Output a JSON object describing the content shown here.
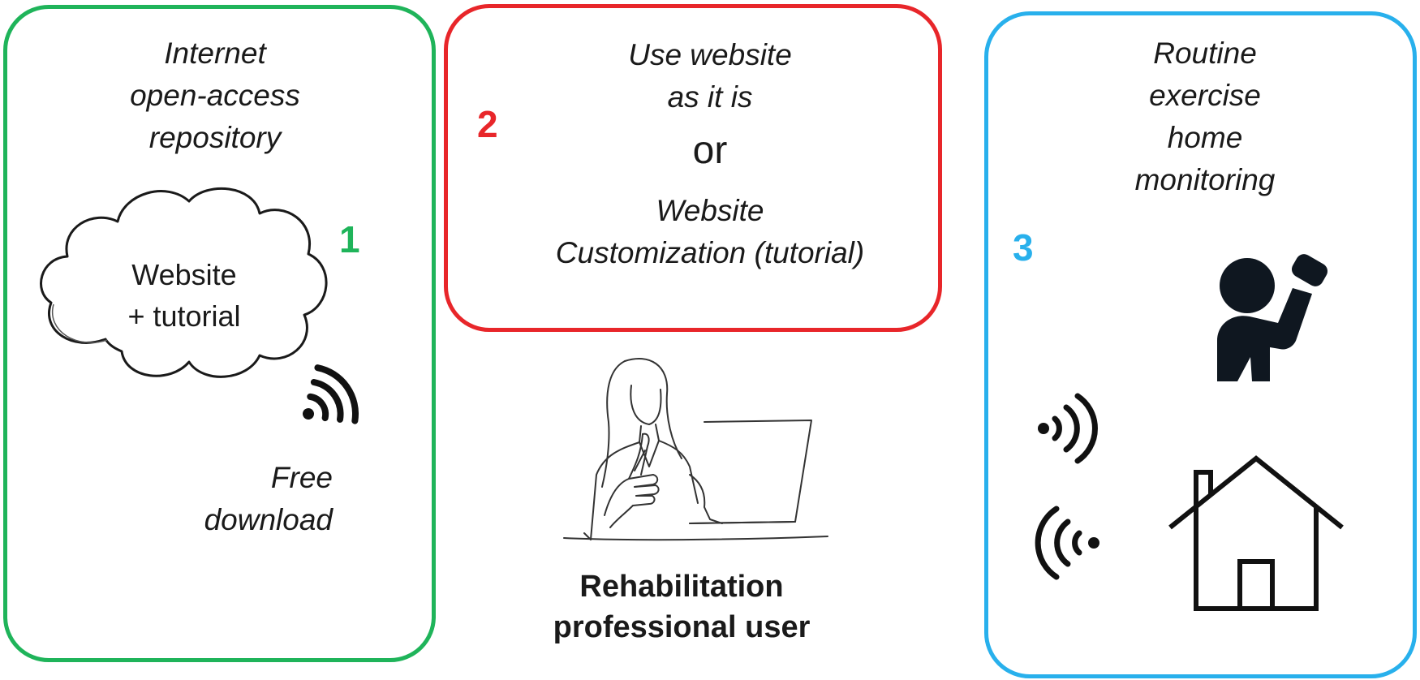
{
  "panel_1": {
    "number": "1",
    "color": "#1fb45a",
    "heading_lines": [
      "Internet",
      "open-access",
      "repository"
    ],
    "cloud_lines": [
      "Website",
      "+ tutorial"
    ],
    "footer_lines": [
      "Free",
      "download"
    ],
    "icons": [
      "cloud-icon",
      "wireless-signal-icon"
    ]
  },
  "panel_2": {
    "number": "2",
    "color": "#e8262a",
    "option_a_lines": [
      "Use website",
      "as it is"
    ],
    "connector": "or",
    "option_b_lines": [
      "Website",
      "Customization (tutorial)"
    ]
  },
  "center": {
    "user_label_lines": [
      "Rehabilitation",
      "professional user"
    ],
    "icons": [
      "professional-with-laptop-icon"
    ]
  },
  "panel_3": {
    "number": "3",
    "color": "#28b0ec",
    "heading_lines": [
      "Routine",
      "exercise",
      "home",
      "monitoring"
    ],
    "icons": [
      "exercise-person-icon",
      "wireless-signal-icon",
      "house-icon"
    ]
  }
}
